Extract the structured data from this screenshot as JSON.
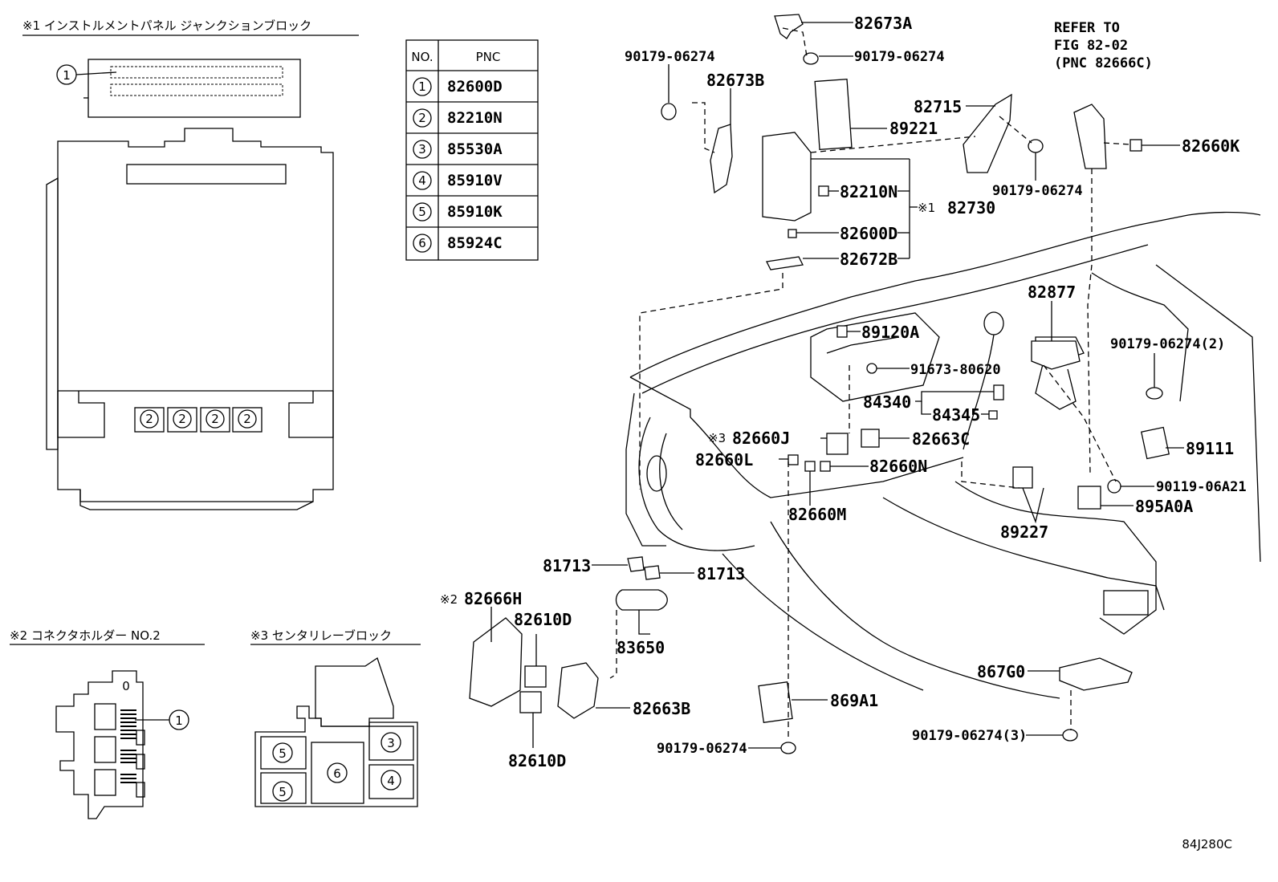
{
  "insets": {
    "inset1_title": "※1  インストルメントパネル  ジャンクションブロック",
    "inset2_title": "※2  コネクタホルダー  NO.2",
    "inset3_title": "※3  センタリレーブロック"
  },
  "pnc_table": {
    "header_no": "NO.",
    "header_pnc": "PNC",
    "rows": [
      {
        "no": "1",
        "pnc": "82600D"
      },
      {
        "no": "2",
        "pnc": "82210N"
      },
      {
        "no": "3",
        "pnc": "85530A"
      },
      {
        "no": "4",
        "pnc": "85910V"
      },
      {
        "no": "5",
        "pnc": "85910K"
      },
      {
        "no": "6",
        "pnc": "85924C"
      }
    ]
  },
  "callouts": {
    "c1": "1",
    "c2": "2",
    "c3": "3",
    "c4": "4",
    "c5": "5",
    "c6": "6",
    "c0": "0"
  },
  "refer_note": {
    "line1": "REFER TO",
    "line2": "FIG 82-02",
    "line3": "(PNC 82666C)"
  },
  "part_labels": {
    "p82673A": "82673A",
    "p90179_top_right": "90179-06274",
    "p90179_top_left": "90179-06274",
    "p82673B": "82673B",
    "p89221": "89221",
    "p82715": "82715",
    "p90179_mid": "90179-06274",
    "p82660K": "82660K",
    "p82210N": "82210N",
    "p82730_mark": "※1",
    "p82730": "82730",
    "p82600D": "82600D",
    "p82672B": "82672B",
    "p82877": "82877",
    "p89120A": "89120A",
    "p90179_2": "90179-06274(2)",
    "p91673": "91673-80620",
    "p84340": "84340",
    "p84345": "84345",
    "p82660J_mark": "※3",
    "p82660J": "82660J",
    "p82663C": "82663C",
    "p82660L": "82660L",
    "p82660N": "82660N",
    "p89111": "89111",
    "p82660M": "82660M",
    "p90119": "90119-06A21",
    "p895A0A": "895A0A",
    "p89227": "89227",
    "p81713a": "81713",
    "p81713b": "81713",
    "p82666H_mark": "※2",
    "p82666H": "82666H",
    "p82610D_top": "82610D",
    "p83650": "83650",
    "p82663B": "82663B",
    "p82610D_bot": "82610D",
    "p869A1": "869A1",
    "p90179_bottom": "90179-06274",
    "p867G0": "867G0",
    "p90179_3": "90179-06274(3)"
  },
  "figure_id": "84J280C"
}
